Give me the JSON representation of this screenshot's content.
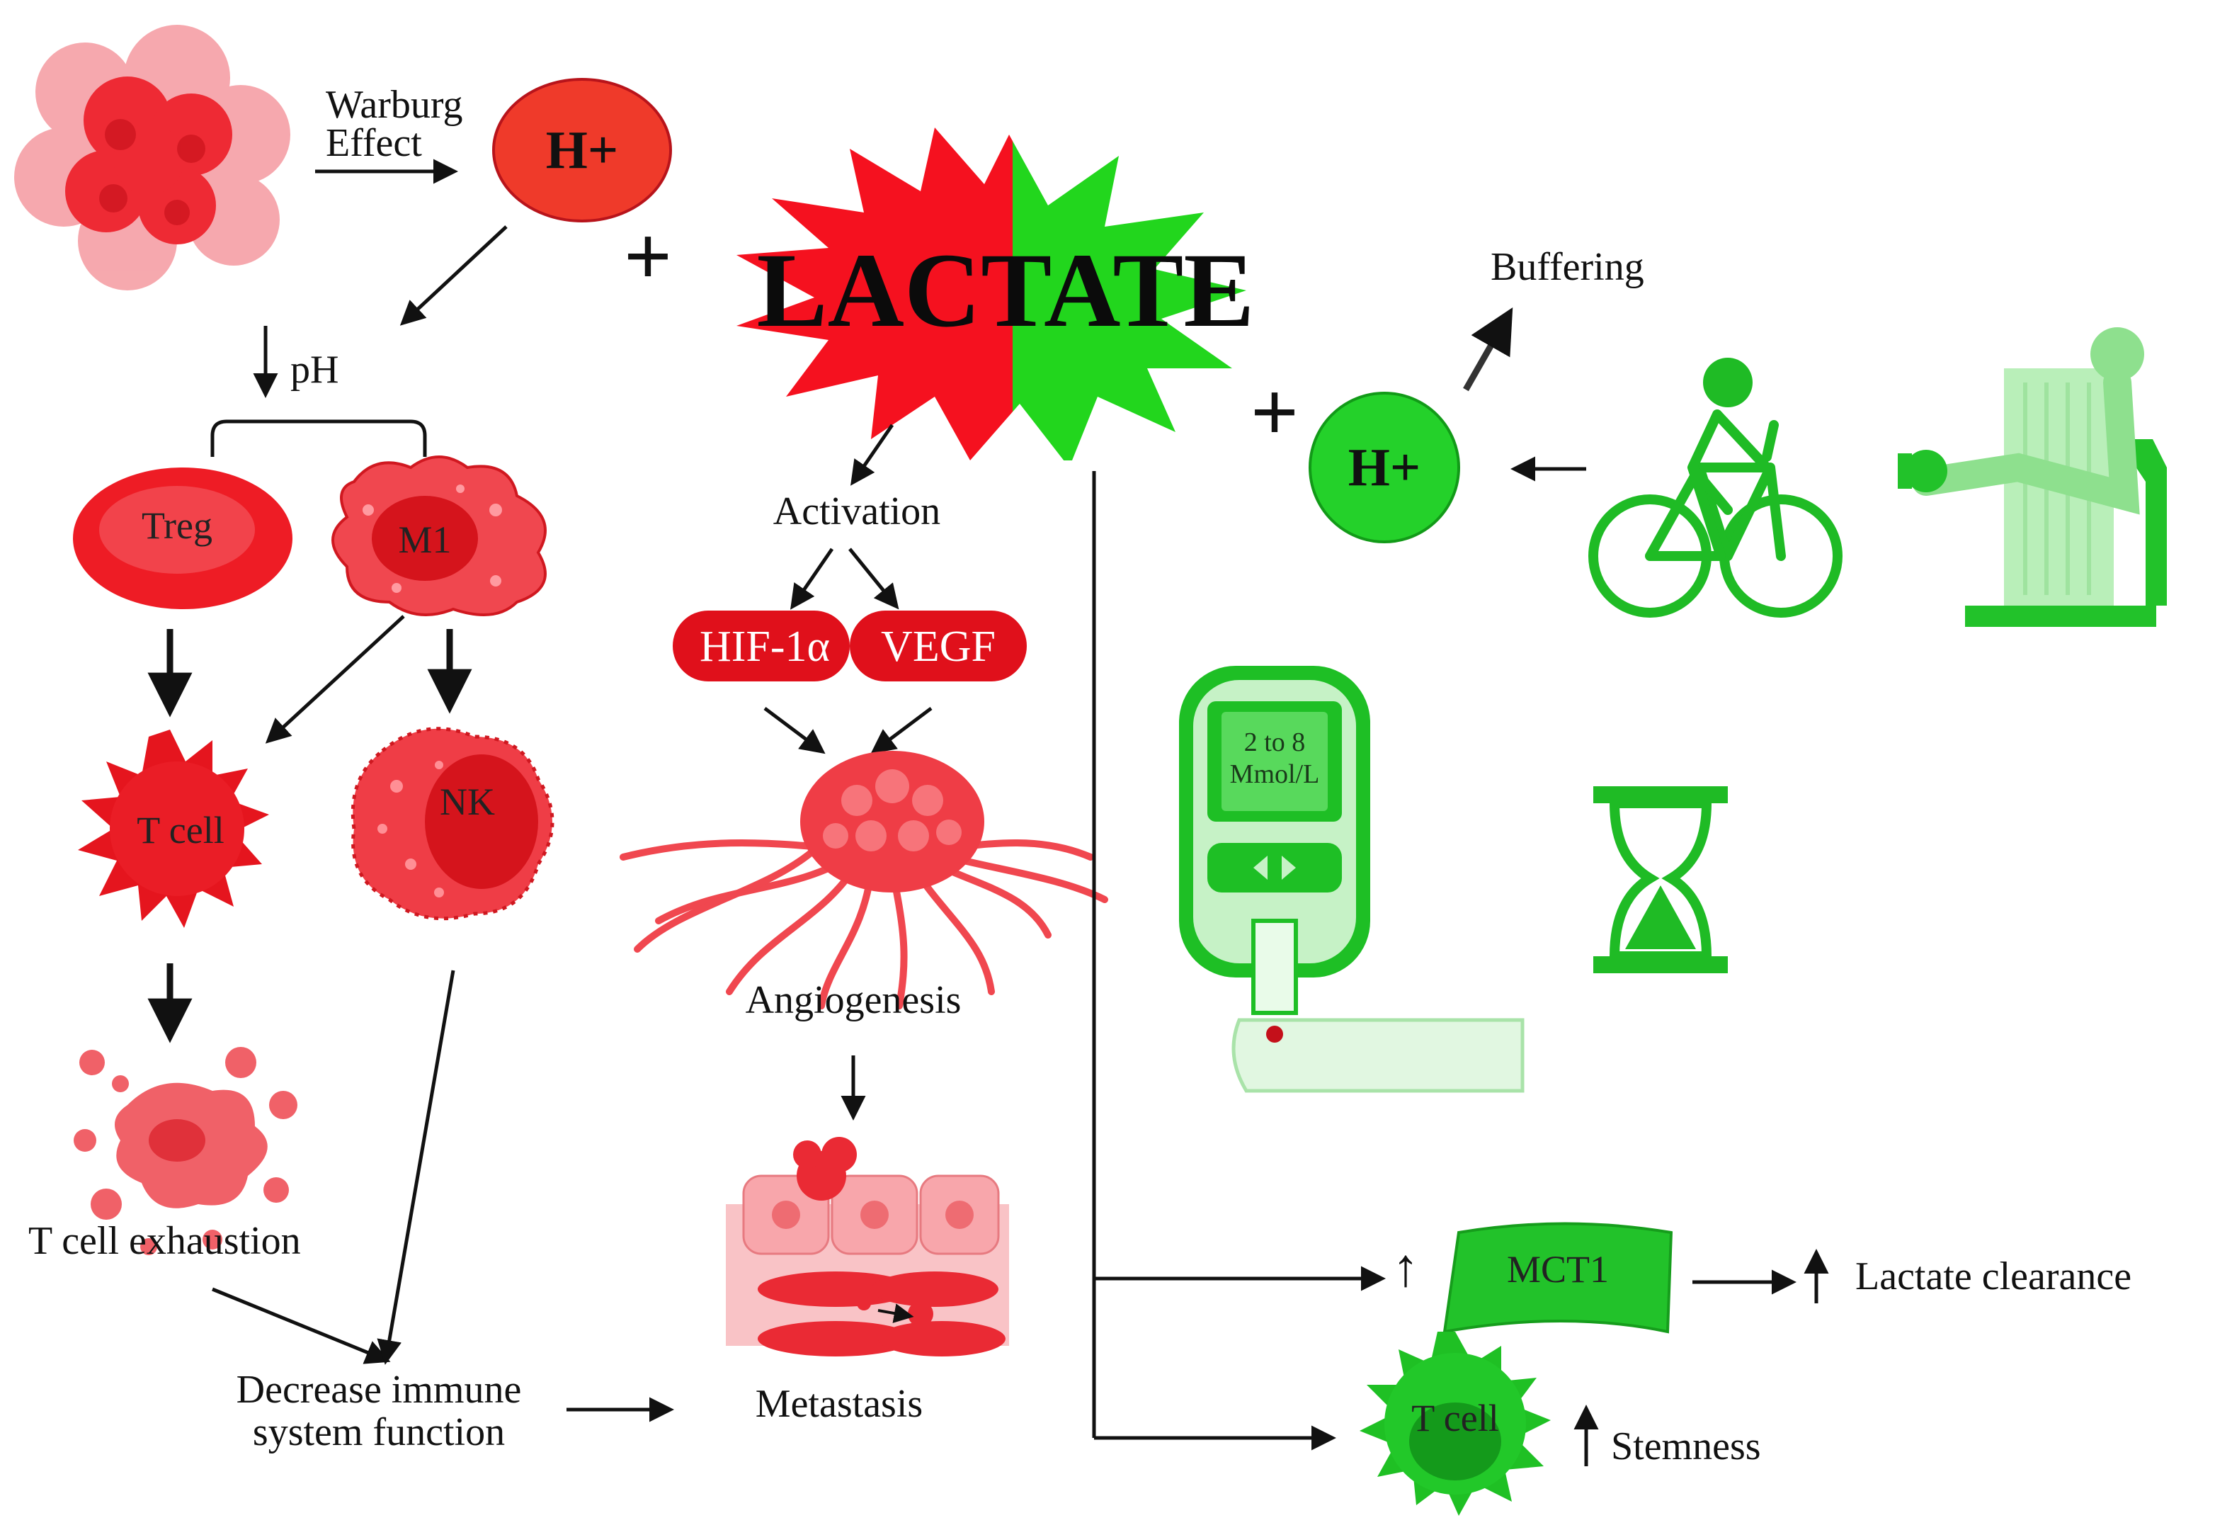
{
  "warburg_line1": "Warburg",
  "warburg_line2": "Effect",
  "h_plus_red": "H+",
  "h_plus_green": "H+",
  "plus_sign": "+",
  "lactate_title": "LACTATE",
  "ph_label": "pH",
  "treg_label": "Treg",
  "m1_label": "M1",
  "t_cell_red_label": "T cell",
  "nk_label": "NK",
  "t_cell_exhaustion_label": "T cell exhaustion",
  "decrease_immune_line1": "Decrease immune",
  "decrease_immune_line2": "system function",
  "activation_label": "Activation",
  "hif_label": "HIF-1α",
  "vegf_label": "VEGF",
  "angiogenesis_label": "Angiogenesis",
  "metastasis_label": "Metastasis",
  "buffering_label": "Buffering",
  "meter_line1": "2 to 8",
  "meter_line2": "Mmol/L",
  "mct1_label": "MCT1",
  "lactate_clearance_label": "Lactate clearance",
  "t_cell_green_label": "T cell",
  "stemness_label": "Stemness",
  "colors": {
    "red": "#ee1c25",
    "light_red": "#f26a6e",
    "green": "#22c22a",
    "light_green": "#9fe89f"
  },
  "icons": [
    "tumor-cluster-icon",
    "bicycle-rider-icon",
    "leg-press-machine-icon",
    "glucose-meter-icon",
    "hourglass-icon",
    "tumor-angiogenesis-icon",
    "metastasis-tissue-icon"
  ]
}
